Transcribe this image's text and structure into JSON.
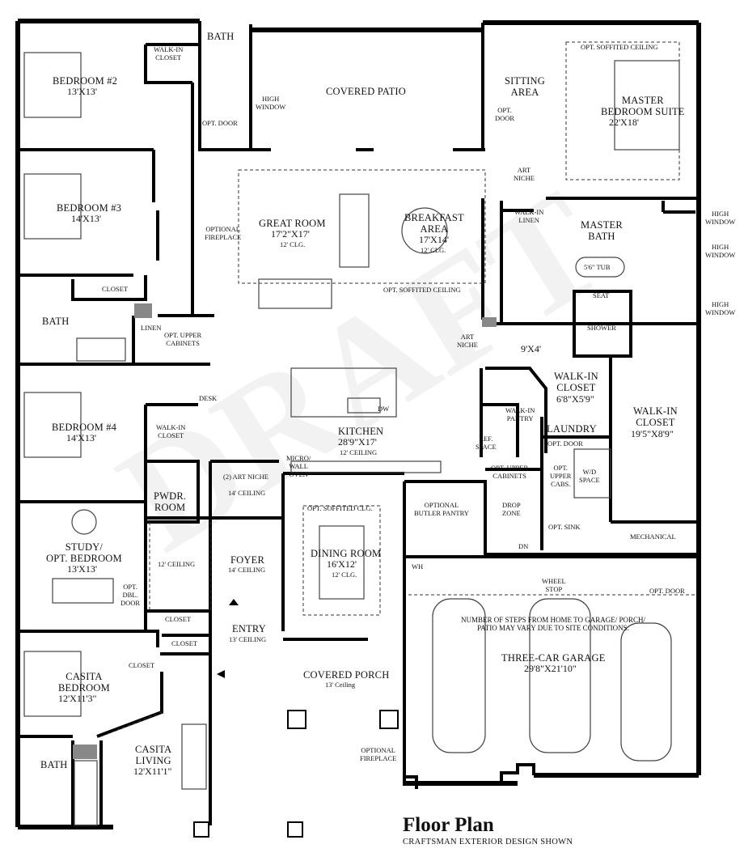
{
  "colors": {
    "wall": "#000000",
    "fixture": "#444444",
    "accent_fill": "#888888",
    "watermark": "#000000"
  },
  "title": "Floor Plan",
  "subtitle": "CRAFTSMAN EXTERIOR DESIGN SHOWN",
  "watermark": "DRAFT",
  "rooms": {
    "bath_top": "BATH",
    "walk_in_closet_a": "WALK-IN\nCLOSET",
    "bedroom2": "BEDROOM #2",
    "bedroom2_dim": "13'X13'",
    "opt_door_a": "OPT. DOOR",
    "high_window_a": "HIGH\nWINDOW",
    "covered_patio": "COVERED PATIO",
    "sitting_area": "SITTING\nAREA",
    "opt_door_b": "OPT.\nDOOR",
    "opt_soffited_ceiling_master": "OPT. SOFFITED CEILING",
    "master_suite": "MASTER\nBEDROOM SUITE",
    "master_suite_dim": "22'X18'",
    "art_niche_a": "ART\nNICHE",
    "bedroom3": "BEDROOM #3",
    "bedroom3_dim": "14'X13'",
    "optional_fireplace_a": "OPTIONAL\nFIREPLACE",
    "great_room": "GREAT ROOM",
    "great_room_dim": "17'2\"X17'",
    "great_room_clg": "12' CLG.",
    "breakfast": "BREAKFAST\nAREA",
    "breakfast_dim": "17'X14'",
    "breakfast_clg": "12' CLG.",
    "opt_soffited_ceiling_great": "OPT. SOFFITED CEILING",
    "walk_in_linen": "WALK-IN\nLINEN",
    "master_bath": "MASTER\nBATH",
    "high_window_b": "HIGH\nWINDOW",
    "high_window_c": "HIGH\nWINDOW",
    "high_window_d": "HIGH\nWINDOW",
    "tub": "5'6\" TUB",
    "seat": "SEAT",
    "shower": "SHOWER",
    "closet_a": "CLOSET",
    "bath_mid": "BATH",
    "linen": "LINEN",
    "opt_upper_cabinets_a": "OPT. UPPER\nCABINETS",
    "art_niche_b": "ART\nNICHE",
    "nine_by_four": "9'X4'",
    "walk_in_closet_b": "WALK-IN\nCLOSET",
    "walk_in_closet_b_dim": "6'8\"X5'9\"",
    "desk": "DESK",
    "walk_in_pantry": "WALK-IN\nPANTRY",
    "bedroom4": "BEDROOM #4",
    "bedroom4_dim": "14'X13'",
    "walk_in_closet_c": "WALK-IN\nCLOSET",
    "kitchen": "KITCHEN",
    "kitchen_dim": "28'9\"X17'",
    "kitchen_clg": "12' CEILING",
    "dw": "DW",
    "ref_space": "REF.\nSPACE",
    "laundry": "LAUNDRY",
    "opt_door_c": "OPT. DOOR",
    "walk_in_closet_d": "WALK-IN\nCLOSET",
    "walk_in_closet_d_dim": "19'5\"X8'9\"",
    "micro_wall_oven": "MICRO/\nWALL\nOVEN",
    "art_niche_c": "(2) ART NICHE",
    "fourteen_ceiling_a": "14' CEILING",
    "pwdr_room": "PWDR.\nROOM",
    "opt_upper_cabinets_b": "OPT. UPPER\nCABINETS",
    "opt_upper_cabs": "OPT.\nUPPER\nCABS.",
    "wd_space": "W/D\nSPACE",
    "opt_soffited_clg_dining": "OPT. SOFFITED CLG.",
    "optional_butler_pantry": "OPTIONAL\nBUTLER PANTRY",
    "drop_zone": "DROP\nZONE",
    "opt_sink": "OPT. SINK",
    "mechanical": "MECHANICAL",
    "study": "STUDY/\nOPT. BEDROOM",
    "study_dim": "13'X13'",
    "twelve_ceiling": "12' CEILING",
    "foyer": "FOYER",
    "foyer_clg": "14' CEILING",
    "dining_room": "DINING ROOM",
    "dining_dim": "16'X12'",
    "dining_clg": "12' CLG.",
    "dn": "DN",
    "wh": "WH",
    "wheel_stop": "WHEEL\nSTOP",
    "opt_door_d": "OPT. DOOR",
    "opt_dbl_door": "OPT.\nDBL.\nDOOR",
    "closet_b": "CLOSET",
    "entry": "ENTRY",
    "entry_clg": "13' CEILING",
    "closet_c": "CLOSET",
    "garage_note": "NUMBER OF STEPS FROM HOME TO GARAGE/ PORCH/\nPATIO MAY VARY DUE TO SITE CONDITIONS.",
    "garage": "THREE-CAR GARAGE",
    "garage_dim": "29'8\"X21'10\"",
    "closet_d": "CLOSET",
    "casita_bedroom": "CASITA\nBEDROOM",
    "casita_bedroom_dim": "12'X11'3\"",
    "covered_porch": "COVERED PORCH",
    "covered_porch_clg": "13' Ceiling",
    "optional_fireplace_b": "OPTIONAL\nFIREPLACE",
    "casita_living": "CASITA\nLIVING",
    "casita_living_dim": "12'X11'1\"",
    "bath_casita": "BATH"
  }
}
